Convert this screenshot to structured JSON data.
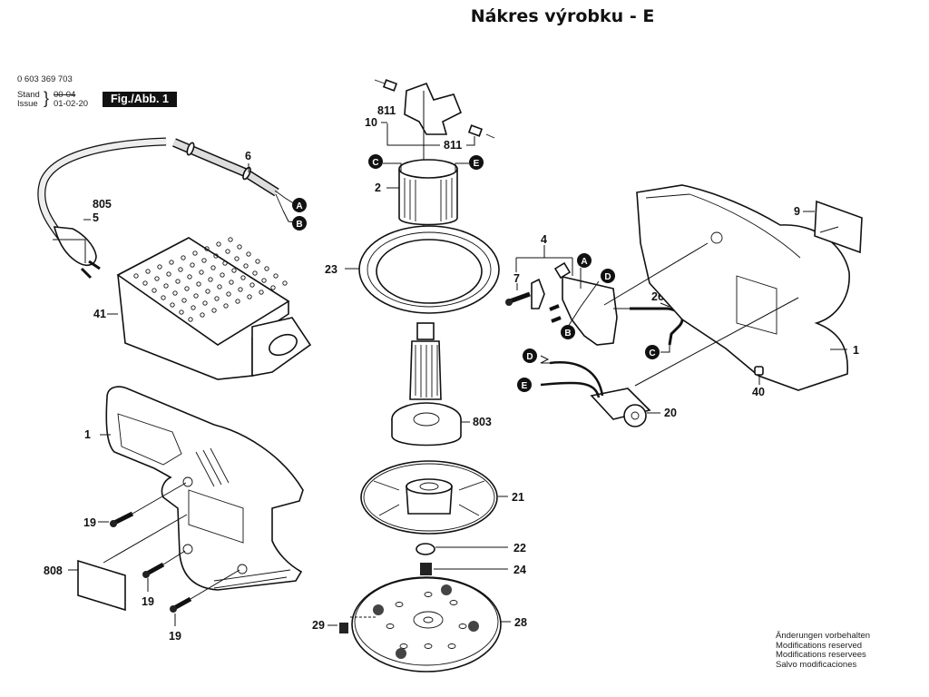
{
  "title": "Nákres výrobku - E",
  "header": {
    "part_number": "0 603 369 703",
    "stand_label": "Stand",
    "issue_label": "Issue",
    "stand_value_struck": "00-04",
    "issue_value": "01-02-20",
    "figure_badge": "Fig./Abb. 1"
  },
  "notes": [
    "Änderungen vorbehalten",
    "Modifications reserved",
    "Modifications reservees",
    "Salvo modificaciones"
  ],
  "parts": {
    "p805": "805",
    "p5": "5",
    "p6": "6",
    "p41": "41",
    "p1_left": "1",
    "p19_a": "19",
    "p19_b": "19",
    "p19_c": "19",
    "p808": "808",
    "p811_a": "811",
    "p811_b": "811",
    "p10": "10",
    "p2": "2",
    "p23": "23",
    "p803": "803",
    "p21": "21",
    "p22": "22",
    "p24": "24",
    "p28": "28",
    "p29": "29",
    "p4": "4",
    "p7": "7",
    "p26": "26",
    "p20": "20",
    "p9": "9",
    "p1_right": "1",
    "p40": "40"
  },
  "connectors": {
    "A1": "A",
    "B1": "B",
    "C1": "C",
    "E1": "E",
    "A2": "A",
    "D2": "D",
    "B2": "B",
    "C2": "C",
    "D3": "D",
    "E3": "E"
  }
}
